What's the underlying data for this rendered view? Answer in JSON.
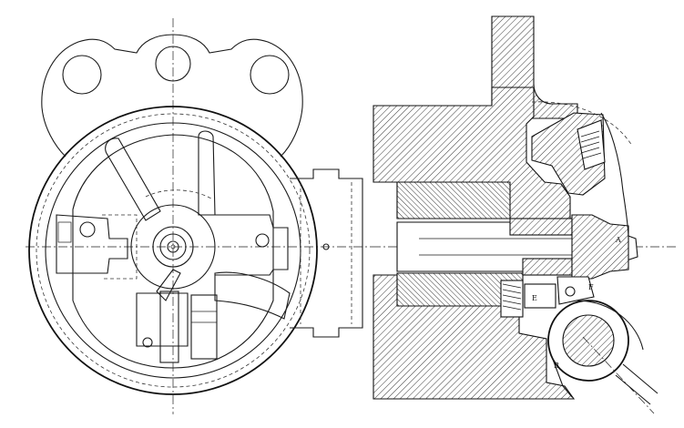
{
  "figure": {
    "labels": {
      "a": "A",
      "e": "E",
      "f": "F",
      "b": "B"
    }
  }
}
